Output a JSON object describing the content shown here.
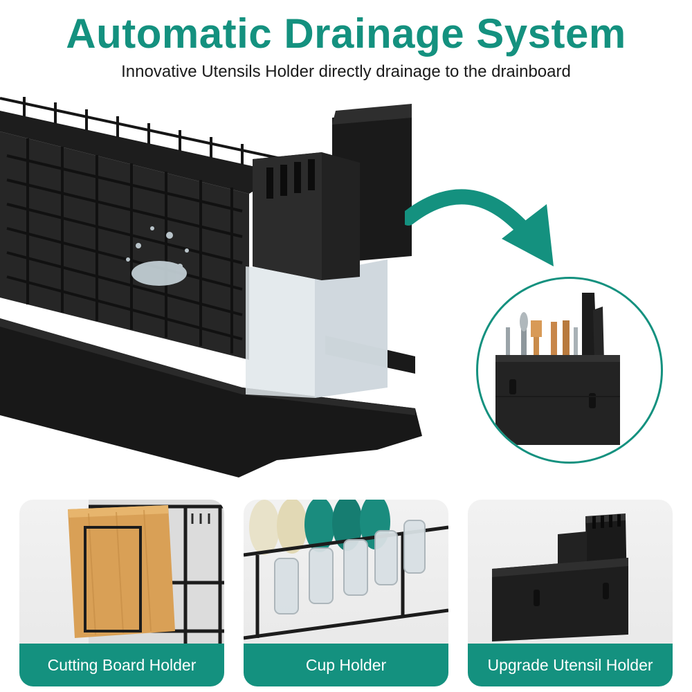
{
  "header": {
    "title": "Automatic Drainage System",
    "subtitle": "Innovative Utensils Holder directly drainage to the drainboard"
  },
  "features": [
    {
      "label": "Cutting Board Holder"
    },
    {
      "label": "Cup Holder"
    },
    {
      "label": "Upgrade Utensil Holder"
    }
  ],
  "colors": {
    "accent": "#14917f",
    "product": "#1e1e1e",
    "card_bg": "#eeeeee",
    "label_text": "#ffffff"
  }
}
